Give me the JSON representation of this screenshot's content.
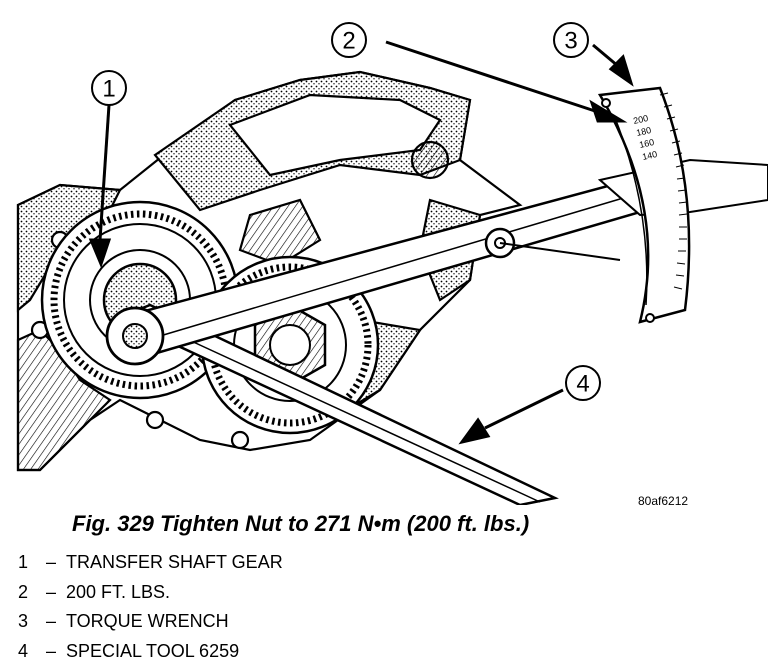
{
  "figure": {
    "reference_code": "80af6212",
    "callouts": [
      "1",
      "2",
      "3",
      "4"
    ],
    "scale_labels": [
      "200",
      "180",
      "160",
      "140"
    ]
  },
  "caption": "Fig. 329 Tighten Nut to 271 N•m (200 ft. lbs.)",
  "legend": [
    {
      "num": "1",
      "dash": "–",
      "text": "TRANSFER SHAFT GEAR"
    },
    {
      "num": "2",
      "dash": "–",
      "text": "200 FT. LBS."
    },
    {
      "num": "3",
      "dash": "–",
      "text": "TORQUE WRENCH"
    },
    {
      "num": "4",
      "dash": "–",
      "text": "SPECIAL TOOL 6259"
    }
  ]
}
